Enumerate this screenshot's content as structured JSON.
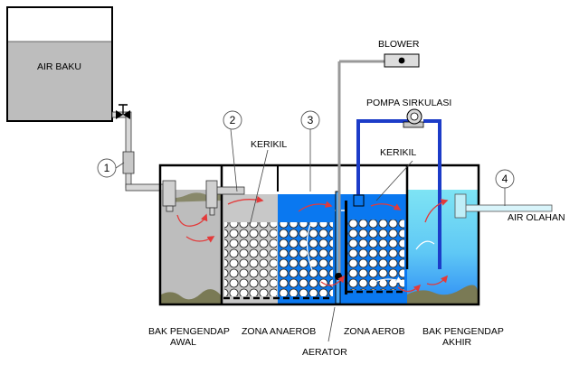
{
  "labels": {
    "raw_water": "AIR BAKU",
    "blower": "BLOWER",
    "circ_pump": "POMPA SIRKULASI",
    "gravel_left": "KERIKIL",
    "gravel_right": "KERIKIL",
    "treated_water": "AIR OLAHAN",
    "initial_settling_1": "BAK PENGENDAP",
    "initial_settling_2": "AWAL",
    "anaerobic_zone": "ZONA ANAEROB",
    "aerobic_zone": "ZONA AEROB",
    "aerator": "AERATOR",
    "final_settling_1": "BAK PENGENDAP",
    "final_settling_2": "AKHIR"
  },
  "callouts": [
    "1",
    "2",
    "3",
    "4"
  ],
  "colors": {
    "settling_water": "#bdbdbd",
    "anaerobic_water": "#c8c8c8",
    "aerobic_water": "#0a78f0",
    "final_water": "#7ee4f4",
    "final_water_bottom": "#2f8ef5",
    "sludge": "#7a7a55",
    "flow_arrow": "#e33a3a",
    "pipe_blue": "#1c3cc8"
  }
}
